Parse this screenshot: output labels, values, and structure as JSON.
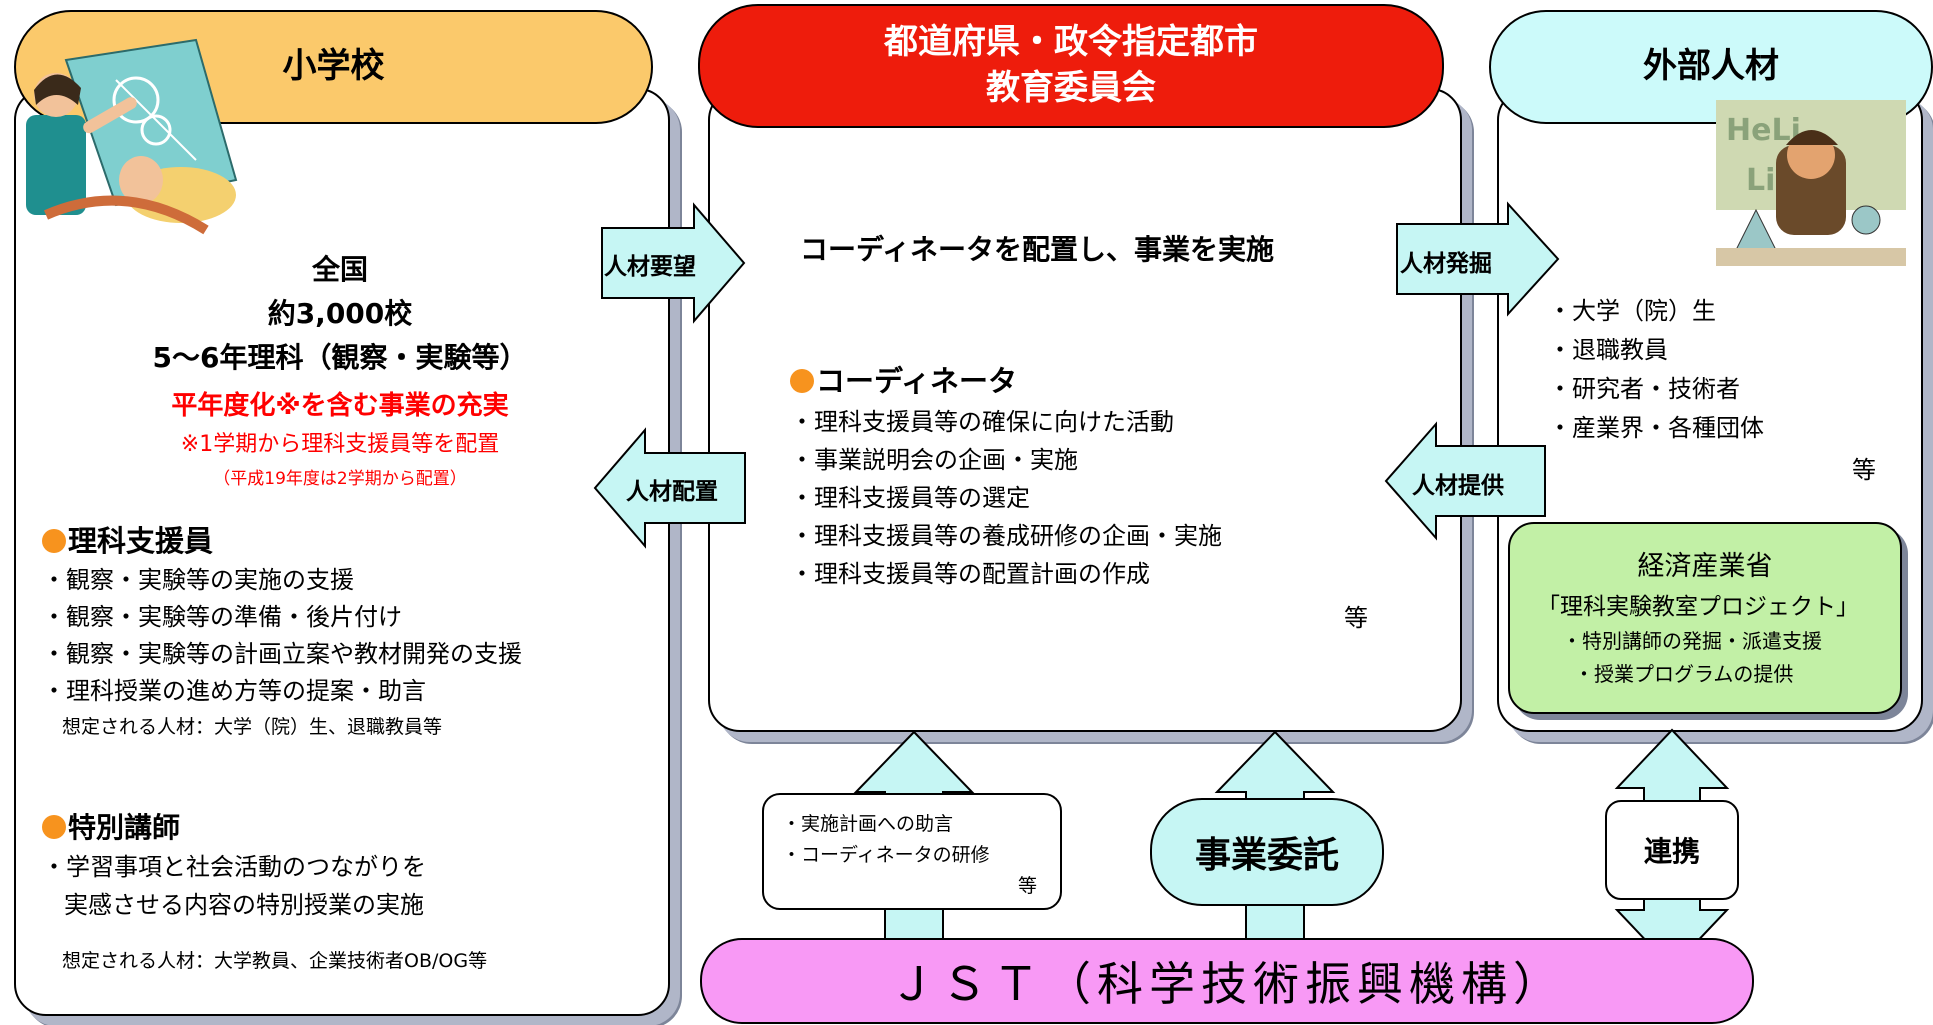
{
  "school": {
    "header": "小学校",
    "stat_lines": [
      "全国",
      "約3,000校",
      "5～6年理科（観察・実験等）"
    ],
    "highlight": "平年度化※を含む事業の充実",
    "note1": "※1学期から理科支援員等を配置",
    "note2": "（平成19年度は2学期から配置）",
    "support_title": "理科支援員",
    "support_items": [
      "・観察・実験等の実施の支援",
      "・観察・実験等の準備・後片付け",
      "・観察・実験等の計画立案や教材開発の支援",
      "・理科授業の進め方等の提案・助言"
    ],
    "support_persons": "想定される人材：大学（院）生、退職教員等",
    "lecturer_title": "特別講師",
    "lecturer_items": [
      "・学習事項と社会活動のつながりを",
      "実感させる内容の特別授業の実施"
    ],
    "lecturer_persons": "想定される人材：大学教員、企業技術者OB/OG等"
  },
  "board": {
    "header_line1": "都道府県・政令指定都市",
    "header_line2": "教育委員会",
    "main": "コーディネータを配置し、事業を実施",
    "coord_title": "コーディネータ",
    "coord_items": [
      "・理科支援員等の確保に向けた活動",
      "・事業説明会の企画・実施",
      "・理科支援員等の選定",
      "・理科支援員等の養成研修の企画・実施",
      "・理科支援員等の配置計画の作成"
    ],
    "etc": "等"
  },
  "external": {
    "header": "外部人材",
    "items": [
      "・大学（院）生",
      "・退職教員",
      "・研究者・技術者",
      "・産業界・各種団体"
    ],
    "etc": "等",
    "meti_title": "経済産業省",
    "meti_project": "「理科実験教室プロジェクト」",
    "meti_items": [
      "・特別講師の発掘・派遣支援",
      "・授業プログラムの提供"
    ]
  },
  "arrows": {
    "request": "人材要望",
    "placement": "人材配置",
    "discovery": "人材発掘",
    "provision": "人材提供",
    "advice_items": [
      "・実施計画への助言",
      "・コーディネータの研修"
    ],
    "advice_etc": "等",
    "commission": "事業委託",
    "cooperation": "連携"
  },
  "jst": "ＪＳＴ（科学技術振興機構）",
  "colors": {
    "school_header": "#fbc96b",
    "board_header": "#ee1c0c",
    "external_header": "#ccfafa",
    "arrow_fill": "#c6f6f4",
    "meti_fill": "#c2f0a6",
    "jst_fill": "#f899f5",
    "bullet": "#f7931e",
    "highlight_red": "#ff0000"
  }
}
